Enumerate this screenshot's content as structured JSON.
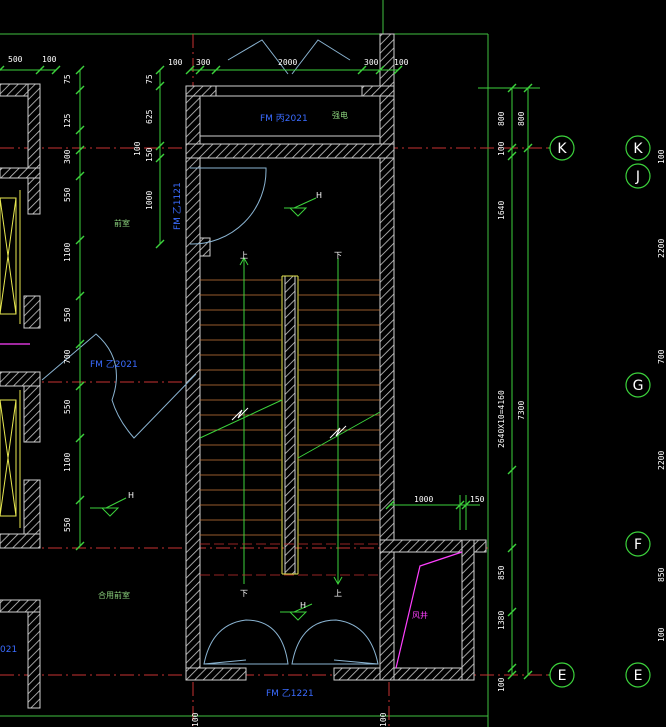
{
  "doors": {
    "top": "FM 丙2021",
    "left": "FM 乙1121",
    "west": "FM 乙2021",
    "bottom": "FM 乙1221",
    "partial": "021"
  },
  "rooms": {
    "electric": "强电",
    "front": "前室",
    "shared_front": "合用前室",
    "shaft": "风井"
  },
  "stairs": {
    "up": "上",
    "down": "下"
  },
  "level_mark": "H",
  "grid": {
    "K": "K",
    "J": "J",
    "G": "G",
    "F": "F",
    "E": "E"
  },
  "dims": {
    "top": [
      "500",
      "100",
      "100",
      "300",
      "2000",
      "300",
      "100"
    ],
    "left_col": [
      "75",
      "125",
      "300",
      "550",
      "1100",
      "550",
      "700",
      "550",
      "1100",
      "550"
    ],
    "mid_col": [
      "75",
      "625",
      "150",
      "100",
      "1000"
    ],
    "right_col": [
      "800",
      "100",
      "1640",
      "2640X10=4160",
      "850",
      "1380",
      "100"
    ],
    "outer_col": [
      "800",
      "7300"
    ],
    "far_col": [
      "100",
      "2200",
      "700",
      "2200",
      "850",
      "100"
    ],
    "notch": [
      "1000",
      "150"
    ],
    "bottom": [
      "100",
      "100"
    ]
  }
}
